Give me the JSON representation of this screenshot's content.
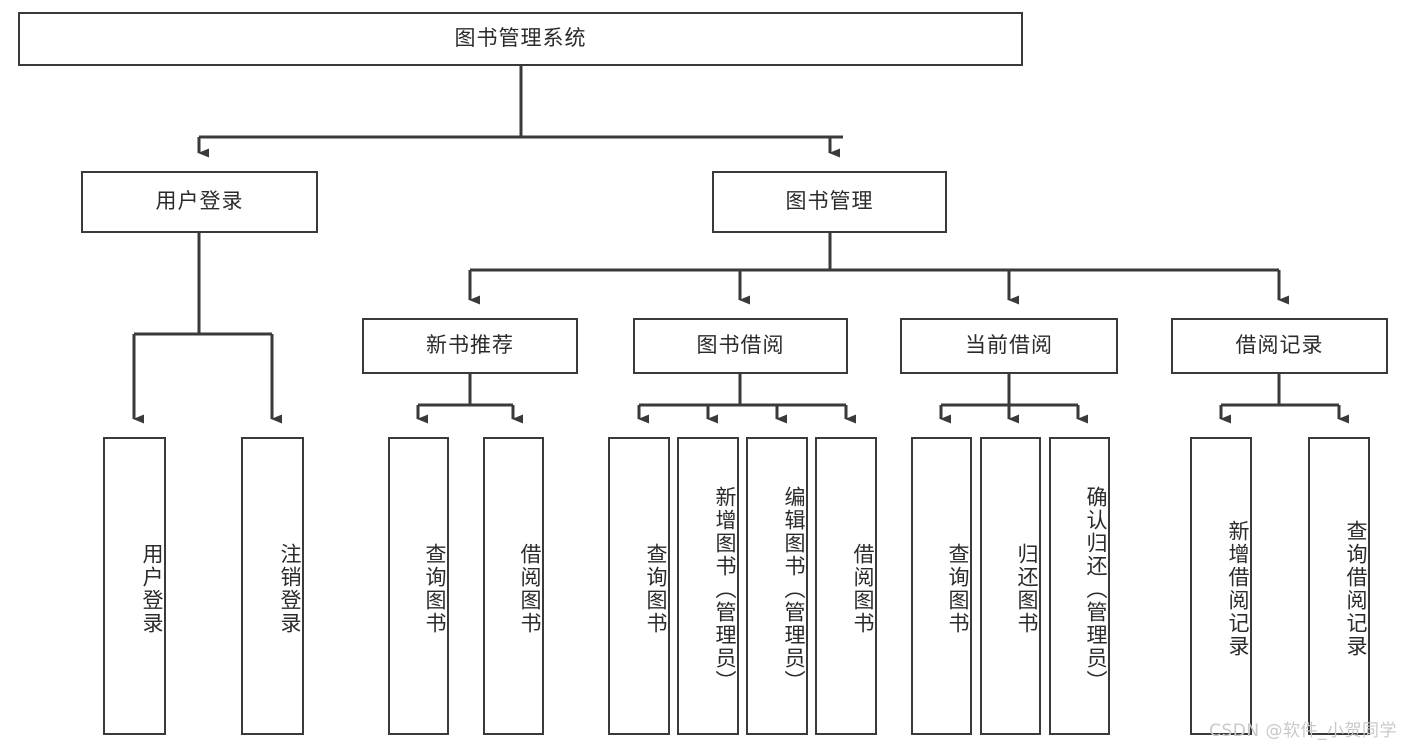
{
  "diagram": {
    "type": "tree",
    "title": "图书管理系统",
    "root": {
      "label": "图书管理系统"
    },
    "level1": [
      {
        "label": "用户登录"
      },
      {
        "label": "图书管理"
      }
    ],
    "level2": [
      {
        "label": "新书推荐"
      },
      {
        "label": "图书借阅"
      },
      {
        "label": "当前借阅"
      },
      {
        "label": "借阅记录"
      }
    ],
    "leaves": {
      "user_login": [
        {
          "label": "用户登录"
        },
        {
          "label": "注销登录"
        }
      ],
      "new_book": [
        {
          "label": "查询图书"
        },
        {
          "label": "借阅图书"
        }
      ],
      "book_borrow": [
        {
          "label": "查询图书"
        },
        {
          "label": "新增图书（管理员）"
        },
        {
          "label": "编辑图书（管理员）"
        },
        {
          "label": "借阅图书"
        }
      ],
      "current_borrow": [
        {
          "label": "查询图书"
        },
        {
          "label": "归还图书"
        },
        {
          "label": "确认归还（管理员）"
        }
      ],
      "borrow_record": [
        {
          "label": "新增借阅记录"
        },
        {
          "label": "查询借阅记录"
        }
      ]
    }
  },
  "watermark": {
    "text": "CSDN @软件_小贺同学"
  },
  "colors": {
    "stroke": "#3a3a3a",
    "box_fill": "#ffffff",
    "text": "#2b2b2b",
    "watermark": "#c9c9c9",
    "background": "#ffffff"
  }
}
